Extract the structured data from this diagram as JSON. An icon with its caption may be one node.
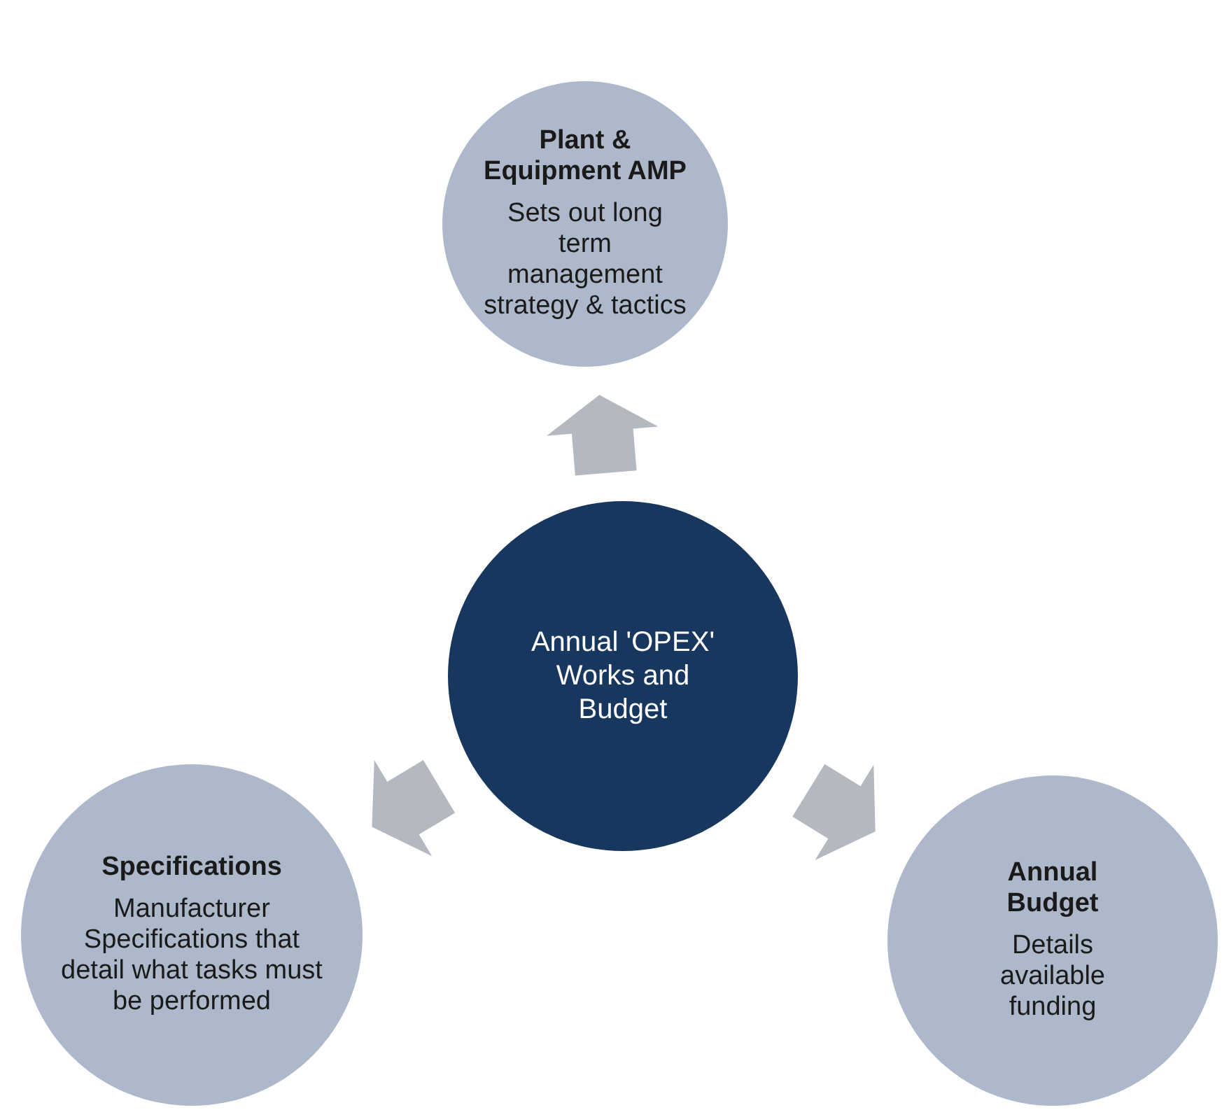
{
  "diagram": {
    "nodes": [
      {
        "text": [
          "Plant & Equipment AMP",
          "Sets out long term management strategy & tactics"
        ]
      },
      {
        "text": [
          "Annual 'OPEX' Works and Budget"
        ]
      },
      {
        "text": [
          "Specifications",
          "Manufacturer Specifications that detail what tasks must be performed"
        ]
      },
      {
        "text": [
          "Annual Budget",
          "Details available funding"
        ]
      }
    ],
    "edges": [
      {
        "from": 1,
        "to": 0,
        "arrow": "to"
      },
      {
        "from": 1,
        "to": 2,
        "arrow": "to"
      },
      {
        "from": 1,
        "to": 3,
        "arrow": "to"
      }
    ]
  }
}
